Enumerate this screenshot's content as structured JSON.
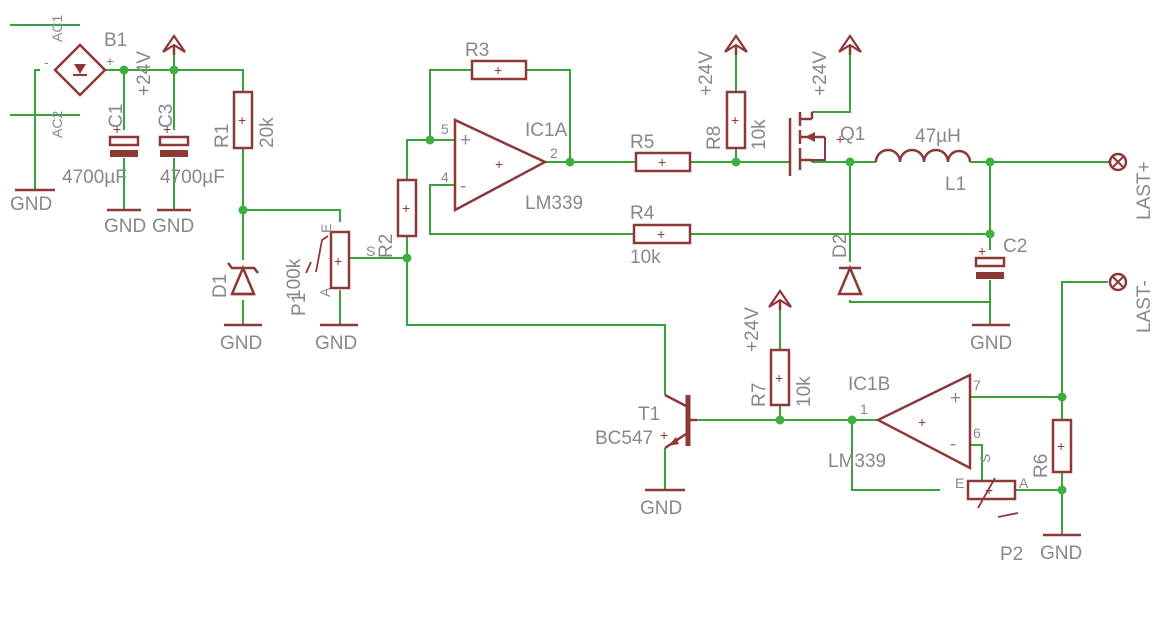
{
  "components": {
    "B1": {
      "name": "B1",
      "pin_ac1": "AC1",
      "pin_ac2": "AC2",
      "pin_minus": "-",
      "pin_plus": "+"
    },
    "C1": {
      "name": "C1",
      "value": "4700µF"
    },
    "C3": {
      "name": "C3",
      "value": "4700µF"
    },
    "R1": {
      "name": "R1",
      "value": "20k"
    },
    "D1": {
      "name": "D1"
    },
    "P1": {
      "name": "P1",
      "value": "100k",
      "pin_e": "E",
      "pin_s": "S",
      "pin_a": "A"
    },
    "R2": {
      "name": "R2"
    },
    "R3": {
      "name": "R3"
    },
    "IC1A": {
      "name": "IC1A",
      "type": "LM339",
      "pin_plus": "5",
      "pin_minus": "4",
      "pin_out": "2"
    },
    "R5": {
      "name": "R5"
    },
    "R8": {
      "name": "R8",
      "value": "10k"
    },
    "Q1": {
      "name": "Q1"
    },
    "L1": {
      "name": "L1",
      "value": "47µH"
    },
    "R4": {
      "name": "R4",
      "value": "10k"
    },
    "D2": {
      "name": "D2"
    },
    "C2": {
      "name": "C2"
    },
    "T1": {
      "name": "T1",
      "type": "BC547"
    },
    "R7": {
      "name": "R7",
      "value": "10k"
    },
    "IC1B": {
      "name": "IC1B",
      "type": "LM339",
      "pin_plus": "7",
      "pin_minus": "6",
      "pin_out": "1"
    },
    "R6": {
      "name": "R6"
    },
    "P2": {
      "name": "P2",
      "pin_e": "E",
      "pin_s": "S",
      "pin_a": "A"
    }
  },
  "supplies": {
    "vcc": "+24V",
    "gnd": "GND"
  },
  "terminals": {
    "load_plus": "LAST+",
    "load_minus": "LAST-"
  },
  "symbols": {
    "plus": "+",
    "minus": "-"
  }
}
